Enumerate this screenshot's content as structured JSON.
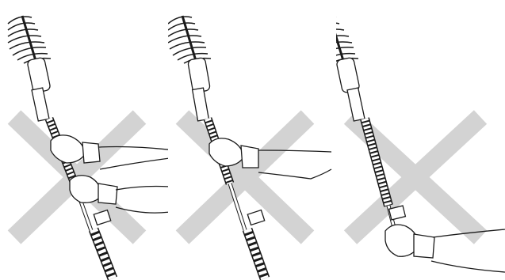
{
  "panels": [
    {
      "id": "panel-1",
      "grip": "two-hands",
      "status": "incorrect",
      "mark": "cross-icon"
    },
    {
      "id": "panel-2",
      "grip": "one-hand-upper",
      "status": "incorrect",
      "mark": "cross-icon"
    },
    {
      "id": "panel-3",
      "grip": "one-hand-lower",
      "status": "incorrect",
      "mark": "cross-icon"
    }
  ],
  "colors": {
    "background": "#ffffff",
    "cross": "#d3d3d3",
    "line": "#1a1a1a",
    "glove": "#ffffff"
  }
}
